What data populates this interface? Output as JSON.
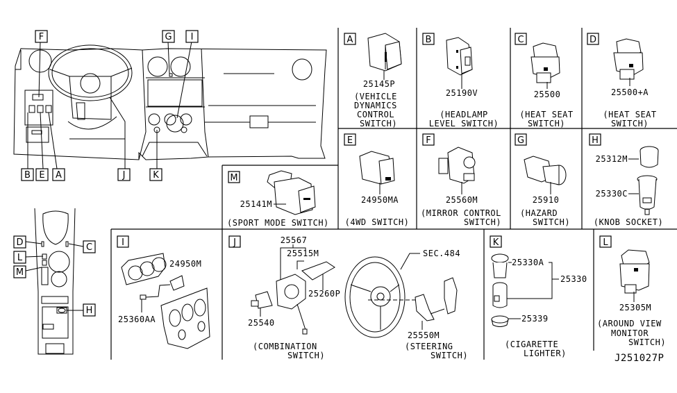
{
  "diagram_id": "J251027P",
  "overview": {
    "dash_callouts": [
      "F",
      "G",
      "I",
      "B",
      "E",
      "A",
      "J",
      "K"
    ],
    "console_callouts": [
      "D",
      "C",
      "L",
      "M",
      "H"
    ]
  },
  "panels": {
    "A": {
      "letter": "A",
      "parts": [
        "25145P"
      ],
      "caption": [
        "(VEHICLE",
        "DYNAMICS",
        "CONTROL",
        " SWITCH)"
      ]
    },
    "B": {
      "letter": "B",
      "parts": [
        "25190V"
      ],
      "caption": [
        "(HEADLAMP",
        "LEVEL SWITCH)"
      ]
    },
    "C": {
      "letter": "C",
      "parts": [
        "25500"
      ],
      "caption": [
        "(HEAT SEAT",
        "SWITCH)"
      ]
    },
    "D": {
      "letter": "D",
      "parts": [
        "25500+A"
      ],
      "caption": [
        "(HEAT SEAT",
        "SWITCH)"
      ]
    },
    "E": {
      "letter": "E",
      "parts": [
        "24950MA"
      ],
      "caption": [
        "(4WD SWITCH)"
      ]
    },
    "F": {
      "letter": "F",
      "parts": [
        "25560M"
      ],
      "caption": [
        "(MIRROR CONTROL",
        "SWITCH)"
      ]
    },
    "G": {
      "letter": "G",
      "parts": [
        "25910"
      ],
      "caption": [
        "(HAZARD",
        "SWITCH)"
      ]
    },
    "H": {
      "letter": "H",
      "parts": [
        "25312M",
        "25330C"
      ],
      "caption": [
        "(KNOB SOCKET)"
      ]
    },
    "M": {
      "letter": "M",
      "parts": [
        "25141M"
      ],
      "caption": [
        "(SPORT MODE SWITCH)"
      ]
    },
    "I": {
      "letter": "I",
      "parts": [
        "24950M",
        "25360AA"
      ],
      "caption": []
    },
    "J": {
      "letter": "J",
      "parts": [
        "25567",
        "25515M",
        "25260P",
        "25540",
        "25550M"
      ],
      "ref": "SEC.484",
      "caption": [
        "(COMBINATION",
        "SWITCH)"
      ],
      "caption2": [
        "(STEERING",
        "SWITCH)"
      ]
    },
    "K": {
      "letter": "K",
      "parts": [
        "25330A",
        "25330",
        "25339"
      ],
      "caption": [
        "(CIGARETTE",
        "LIGHTER)"
      ]
    },
    "L": {
      "letter": "L",
      "parts": [
        "25305M"
      ],
      "caption": [
        "(AROUND VIEW",
        "MONITOR",
        "SWITCH)"
      ]
    }
  }
}
